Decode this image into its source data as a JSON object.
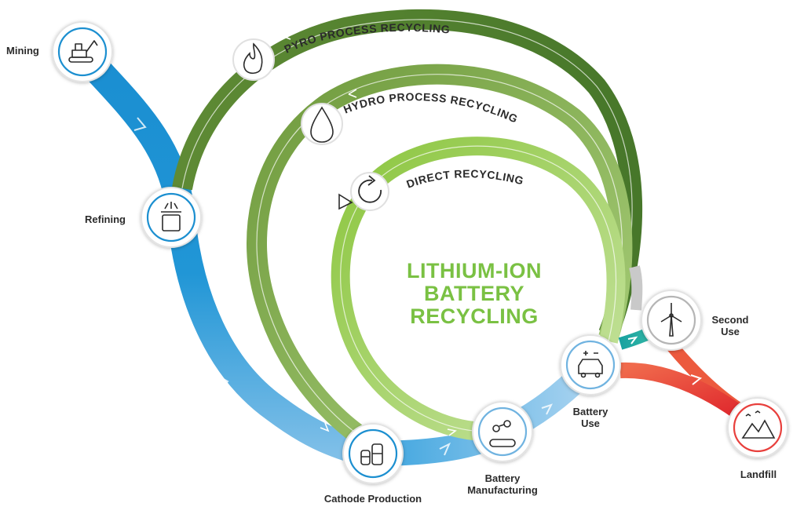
{
  "title": {
    "line1": "LITHIUM-ION",
    "line2": "BATTERY",
    "line3": "RECYCLING"
  },
  "recycling_loops": [
    {
      "label": "PYRO PROCESS RECYCLING",
      "icon": "flame-icon",
      "color": "#4f7b2c"
    },
    {
      "label": "HYDRO PROCESS RECYCLING",
      "icon": "water-drop-icon",
      "color": "#6e9a3c"
    },
    {
      "label": "DIRECT RECYCLING",
      "icon": "refresh-arrow-icon",
      "color": "#8cc63f"
    }
  ],
  "stages": [
    {
      "label": "Mining",
      "icon": "excavator-icon"
    },
    {
      "label": "Refining",
      "icon": "crucible-icon"
    },
    {
      "label": "Cathode Production",
      "icon": "tanks-icon"
    },
    {
      "label": "Battery Manufacturing",
      "icon": "conveyor-icon"
    },
    {
      "label": "Battery Use",
      "icon": "electric-car-icon"
    },
    {
      "label": "Second Use",
      "icon": "wind-turbine-icon"
    },
    {
      "label": "Landfill",
      "icon": "landfill-icon"
    }
  ],
  "colors": {
    "supply_chain": "#1b8fd0",
    "supply_chain_light": "#8ec6ea",
    "second_use": "#21a89a",
    "landfill": "#e8413c",
    "pyro": "#4f7b2c",
    "hydro": "#6e9a3c",
    "direct": "#8cc63f",
    "title": "#7ac143"
  }
}
